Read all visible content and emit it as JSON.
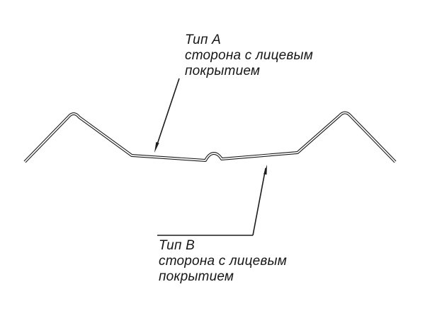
{
  "page": {
    "background": "#ffffff"
  },
  "diagram": {
    "stroke_color": "#1c1c1c",
    "description": "profile-cross-section-with-two-callouts",
    "callout_top": {
      "type_label": "Тип А",
      "line1": "сторона с лицевым",
      "line2": "покрытием"
    },
    "callout_bottom": {
      "type_label": "Тип В",
      "line1": "сторона с лицевым",
      "line2": "покрытием"
    }
  }
}
